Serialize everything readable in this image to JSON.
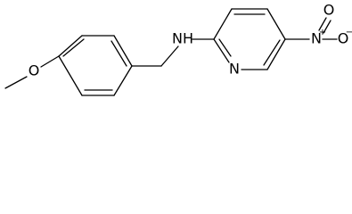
{
  "molecule": {
    "atoms": {
      "methoxy_oxygen": "O",
      "amine": "NH",
      "ring_nitrogen": "N",
      "nitro_nitrogen": "N",
      "nitro_nitrogen_charge": "+",
      "nitro_oxygen_double": "O",
      "nitro_oxygen_single": "O",
      "nitro_oxygen_charge": "−"
    }
  }
}
